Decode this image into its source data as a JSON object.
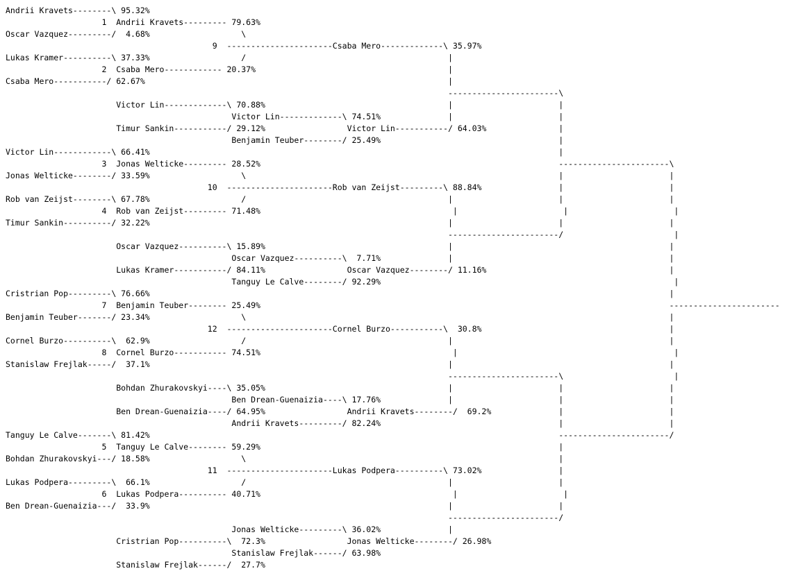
{
  "lines": [
    "Andrii Kravets--------\\ 95.32%",
    "                    1  Andrii Kravets--------- 79.63%",
    "Oscar Vazquez---------/  4.68%                   \\",
    "                                           9  ----------------------Csaba Mero-------------\\ 35.97%",
    "Lukas Kramer----------\\ 37.33%                   /                                          |",
    "                    2  Csaba Mero------------ 20.37%                                        |",
    "Csaba Mero-----------/ 62.67%                                                               |",
    "                                                                                            -----------------------\\",
    "                       Victor Lin-------------\\ 70.88%                                      |                      |",
    "                                               Victor Lin-------------\\ 74.51%              |                      |",
    "                       Timur Sankin-----------/ 29.12%                 Victor Lin-----------/ 64.03%               |",
    "                                               Benjamin Teuber--------/ 25.49%                                     |",
    "Victor Lin------------\\ 66.41%                                                                                     |",
    "                    3  Jonas Welticke--------- 28.52%                                                              -----------------------\\",
    "Jonas Welticke--------/ 33.59%                   \\                                                                 |                      |",
    "                                          10  ----------------------Rob van Zeijst---------\\ 88.84%                |                      |",
    "Rob van Zeijst--------\\ 67.78%                   /                                          |                      |                      |",
    "                    4  Rob van Zeijst--------- 71.48%                                        |                      |                      |",
    "Timur Sankin----------/ 32.22%                                                              |                      |                      |",
    "                                                                                            -----------------------/                       |",
    "                       Oscar Vazquez----------\\ 15.89%                                      |                                             |",
    "                                               Oscar Vazquez----------\\  7.71%              |                                             |",
    "                       Lukas Kramer-----------/ 84.11%                 Oscar Vazquez--------/ 11.16%                                      |",
    "                                               Tanguy Le Calve--------/ 92.29%                                                             |",
    "Cristrian Pop---------\\ 76.66%                                                                                                            |",
    "                    7  Benjamin Teuber-------- 25.49%                                                                                     -----------------------",
    "Benjamin Teuber-------/ 23.34%                   \\                                                                                        |",
    "                                          12  ----------------------Cornel Burzo-----------\\  30.8%                                       |",
    "Cornel Burzo----------\\  62.9%                   /                                          |                                             |",
    "                    8  Cornel Burzo----------- 74.51%                                        |                                             |",
    "Stanislaw Frejlak-----/  37.1%                                                              |                                             |",
    "                                                                                            -----------------------\\                       |",
    "                       Bohdan Zhurakovskyi----\\ 35.05%                                      |                      |                      |",
    "                                               Ben Drean-Guenaizia----\\ 17.76%              |                      |                      |",
    "                       Ben Drean-Guenaizia----/ 64.95%                 Andrii Kravets--------/  69.2%              |                      |",
    "                                               Andrii Kravets---------/ 82.24%                                     |                      |",
    "Tanguy Le Calve-------\\ 81.42%                                                                                     -----------------------/",
    "                    5  Tanguy Le Calve-------- 59.29%                                                              |",
    "Bohdan Zhurakovskyi---/ 18.58%                   \\                                                                 |",
    "                                          11  ----------------------Lukas Podpera----------\\ 73.02%                |",
    "Lukas Podpera---------\\  66.1%                   /                                          |                      |",
    "                    6  Lukas Podpera---------- 40.71%                                        |                      |",
    "Ben Drean-Guenaizia---/  33.9%                                                              |                      |",
    "                                                                                            -----------------------/",
    "                                               Jonas Welticke---------\\ 36.02%              |",
    "                       Cristrian Pop----------\\  72.3%                 Jonas Welticke--------/ 26.98%",
    "                                               Stanislaw Frejlak------/ 63.98%",
    "                       Stanislaw Frejlak------/  27.7%"
  ]
}
